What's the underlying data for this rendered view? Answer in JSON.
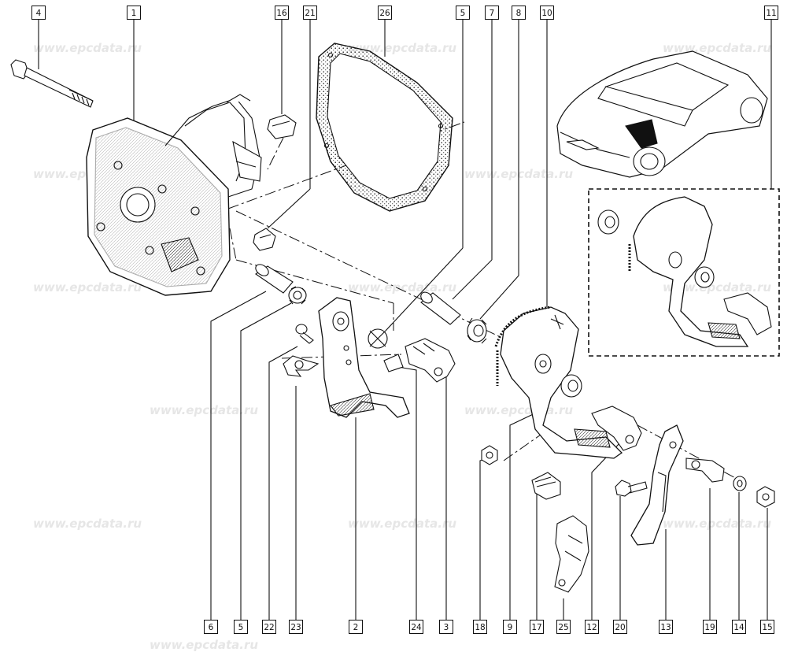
{
  "watermark": "www.epcdata.ru",
  "callouts": {
    "top": [
      "4",
      "1",
      "16",
      "21",
      "26",
      "5",
      "7",
      "8",
      "10",
      "11"
    ],
    "bottom": [
      "6",
      "5",
      "22",
      "23",
      "2",
      "24",
      "3",
      "18",
      "9",
      "17",
      "25",
      "12",
      "20",
      "13",
      "19",
      "14",
      "15"
    ]
  }
}
